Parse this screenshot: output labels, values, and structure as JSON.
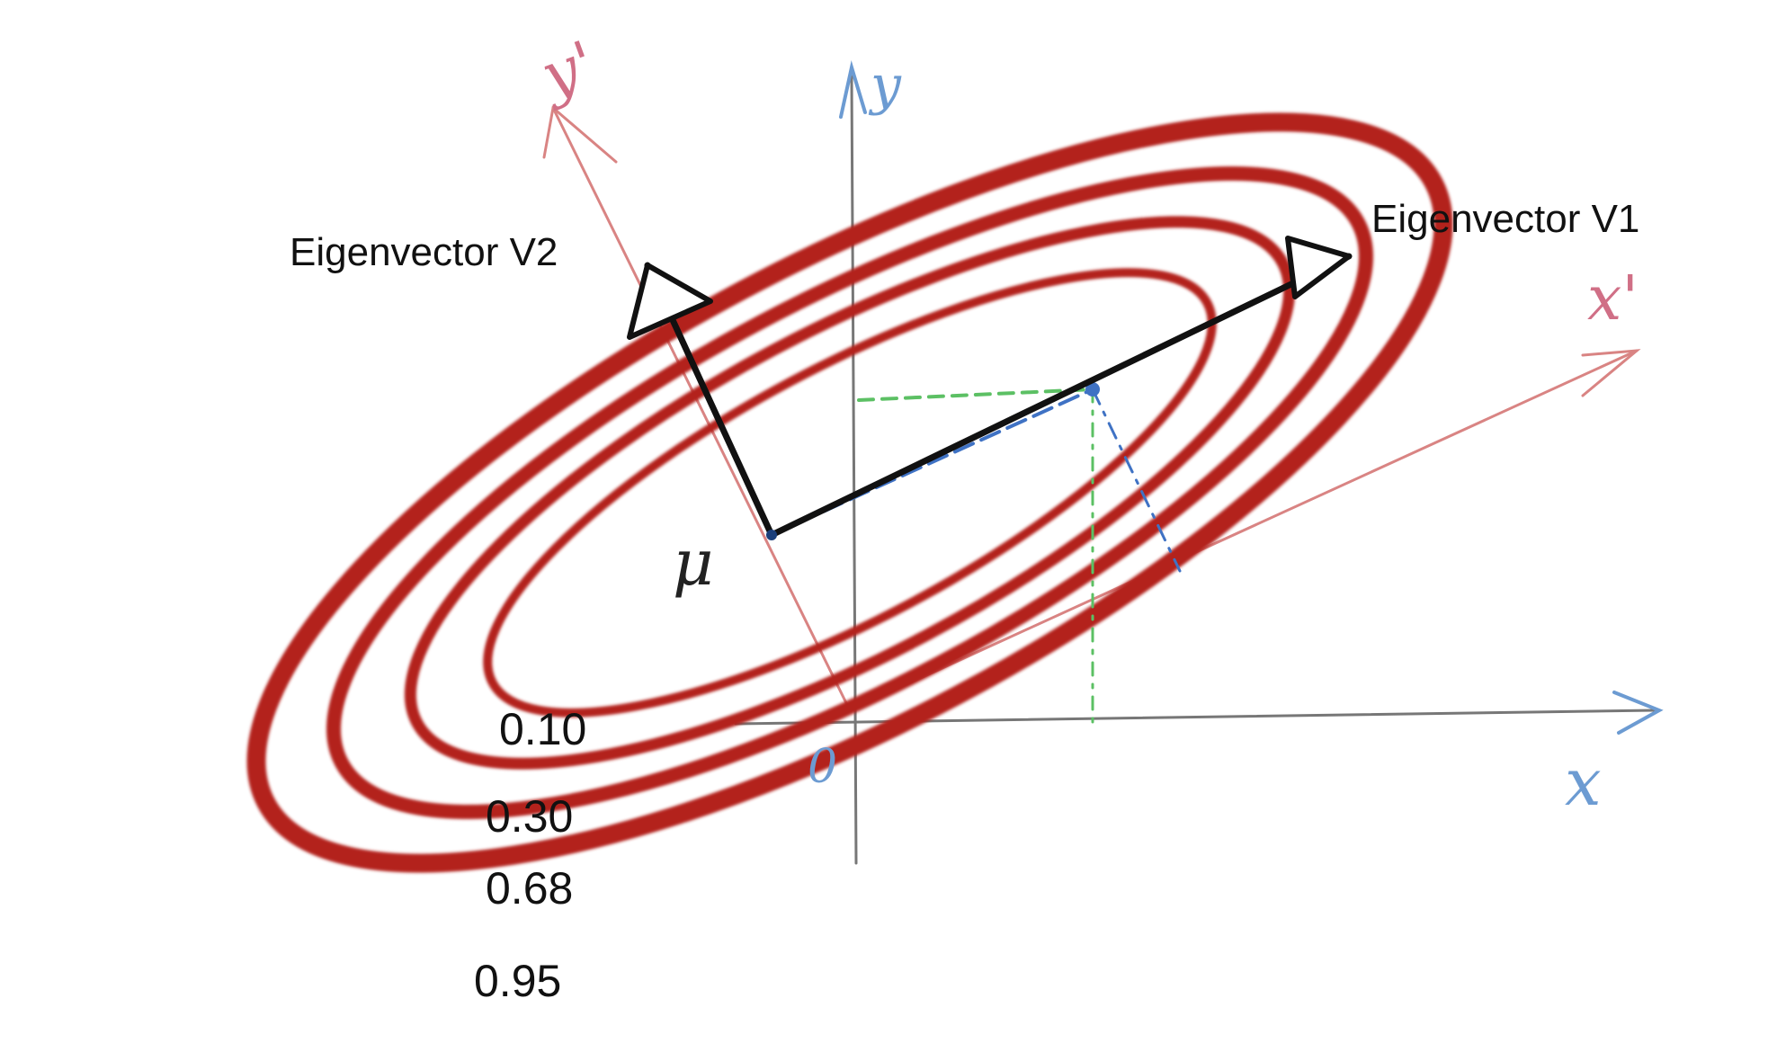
{
  "diagram": {
    "labels": {
      "eigenvector_v1": "Eigenvector V1",
      "eigenvector_v2": "Eigenvector V2",
      "mean": "μ",
      "origin": "0",
      "x_axis": "x",
      "y_axis": "y",
      "x_prime_axis": "x'",
      "y_prime_axis": "y'"
    },
    "contours": [
      {
        "level": "0.10"
      },
      {
        "level": "0.30"
      },
      {
        "level": "0.68"
      },
      {
        "level": "0.95"
      }
    ],
    "colors": {
      "contour": "#b3211f",
      "rotated_axes": "#d98483",
      "original_axes_arrows": "#6c9bd2",
      "original_axes_lines": "#777777",
      "eigenvectors": "#111111",
      "projection_x": "#3f72c4",
      "projection_green": "#5cc064"
    }
  }
}
